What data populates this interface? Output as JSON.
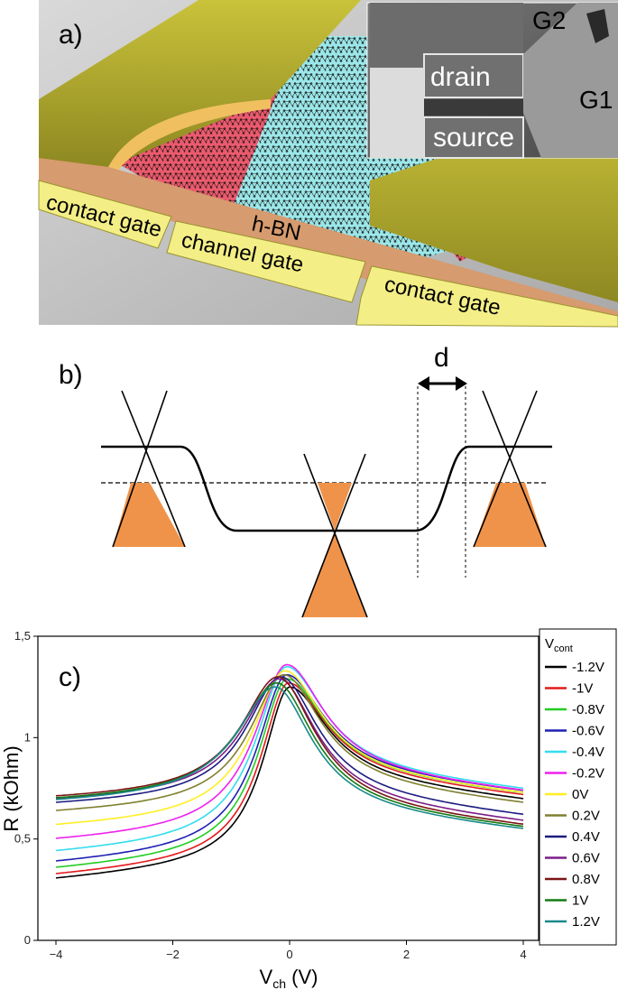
{
  "panels": {
    "a": {
      "label": "a)",
      "device_labels": {
        "contact_gate_left": "contact gate",
        "channel_gate": "channel gate",
        "contact_gate_right": "contact gate",
        "hbn": "h-BN"
      },
      "inset": {
        "drain": "drain",
        "source": "source",
        "g1": "G1",
        "g2": "G2"
      }
    },
    "b": {
      "label": "b)",
      "d_label": "d"
    },
    "c": {
      "label": "c)"
    }
  },
  "colors": {
    "gold": "#b9b22e",
    "substrate": "#d49a6c",
    "contact_gate": "#f2ee8a",
    "hbn_cyan": "#8fe3e6",
    "hbn_red": "#e8546a",
    "dirac_fill": "#f0934a"
  },
  "chart_data": {
    "type": "line",
    "xlabel": "V",
    "xlabel_sub": "ch",
    "xlabel_unit": " (V)",
    "ylabel": "R (kOhm)",
    "xlim": [
      -4,
      4
    ],
    "ylim": [
      0,
      1.5
    ],
    "xticks": [
      -4,
      -2,
      0,
      2,
      4
    ],
    "xtick_labels": [
      "−4",
      "−2",
      "0",
      "2",
      "4"
    ],
    "yticks": [
      0,
      0.5,
      1,
      1.5
    ],
    "ytick_labels": [
      "0",
      "0,5",
      "1",
      "1,5"
    ],
    "legend": {
      "title": "V",
      "title_sub": "cont",
      "placement": "right"
    },
    "series": [
      {
        "name": "-1.2V",
        "color": "#000000",
        "left": 0.29,
        "peak_x": 0.0,
        "peak_y": 1.25,
        "right": 0.68
      },
      {
        "name": "-1V",
        "color": "#e41a1c",
        "left": 0.31,
        "peak_x": -0.02,
        "peak_y": 1.27,
        "right": 0.7
      },
      {
        "name": "-0.8V",
        "color": "#22cc22",
        "left": 0.34,
        "peak_x": -0.04,
        "peak_y": 1.29,
        "right": 0.71
      },
      {
        "name": "-0.6V",
        "color": "#1f1fb4",
        "left": 0.37,
        "peak_x": -0.05,
        "peak_y": 1.31,
        "right": 0.72
      },
      {
        "name": "-0.4V",
        "color": "#33ddee",
        "left": 0.42,
        "peak_x": -0.05,
        "peak_y": 1.35,
        "right": 0.73
      },
      {
        "name": "-0.2V",
        "color": "#ee22ee",
        "left": 0.48,
        "peak_x": -0.05,
        "peak_y": 1.36,
        "right": 0.72
      },
      {
        "name": "0V",
        "color": "#ffee22",
        "left": 0.55,
        "peak_x": -0.08,
        "peak_y": 1.33,
        "right": 0.71
      },
      {
        "name": "0.2V",
        "color": "#808030",
        "left": 0.62,
        "peak_x": -0.1,
        "peak_y": 1.31,
        "right": 0.66
      },
      {
        "name": "0.4V",
        "color": "#1c1c80",
        "left": 0.66,
        "peak_x": -0.15,
        "peak_y": 1.3,
        "right": 0.6
      },
      {
        "name": "0.6V",
        "color": "#7a1f8a",
        "left": 0.68,
        "peak_x": -0.18,
        "peak_y": 1.29,
        "right": 0.57
      },
      {
        "name": "0.8V",
        "color": "#7a1515",
        "left": 0.69,
        "peak_x": -0.2,
        "peak_y": 1.3,
        "right": 0.55
      },
      {
        "name": "1V",
        "color": "#137a13",
        "left": 0.68,
        "peak_x": -0.22,
        "peak_y": 1.27,
        "right": 0.54
      },
      {
        "name": "1.2V",
        "color": "#1a8a8a",
        "left": 0.67,
        "peak_x": -0.25,
        "peak_y": 1.25,
        "right": 0.53
      }
    ]
  }
}
